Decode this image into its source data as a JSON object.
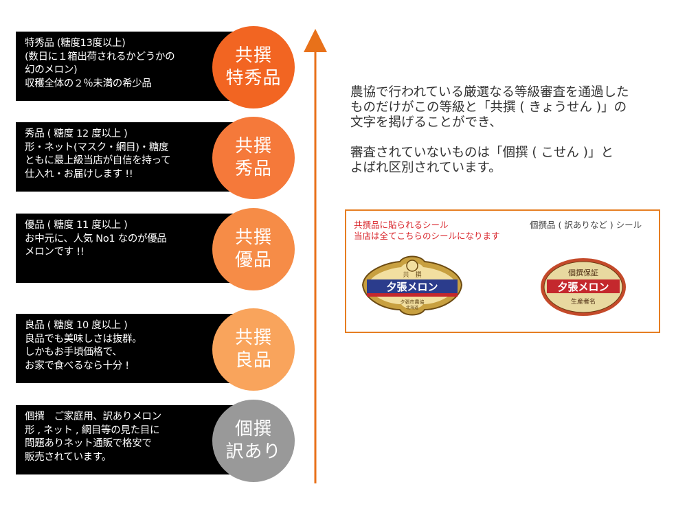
{
  "grades": [
    {
      "lines": [
        "特秀品 (糖度13度以上)",
        "(数日に１箱出荷されるかどうかの",
        "幻のメロン)",
        "収穫全体の２％未満の希少品"
      ],
      "badge": [
        "共撰",
        "特秀品"
      ],
      "color": "#f26522"
    },
    {
      "lines": [
        "秀品 ( 糖度 12 度以上 )",
        "形・ネット(マスク・網目)・糖度",
        "ともに最上級当店が自信を持って",
        "仕入れ・お届けします !!"
      ],
      "badge": [
        "共撰",
        "秀品"
      ],
      "color": "#f5793a"
    },
    {
      "lines": [
        "優品 ( 糖度 11 度以上 )",
        "お中元に、人気 No1 なのが優品",
        "メロンです !!"
      ],
      "badge": [
        "共撰",
        "優品"
      ],
      "color": "#f68c47"
    },
    {
      "lines": [
        "良品 ( 糖度 10 度以上 )",
        "良品でも美味しさは抜群。",
        "しかもお手頃価格で、",
        "お家で食べるなら十分 !"
      ],
      "badge": [
        "共撰",
        "良品"
      ],
      "color": "#f9a45c"
    },
    {
      "lines": [
        "個撰　ご家庭用、訳ありメロン",
        "形 , ネット , 網目等の見た目に",
        "問題ありネット通販で格安で",
        "販売されています。"
      ],
      "badge": [
        "個撰",
        "訳あり"
      ],
      "color": "#999999"
    }
  ],
  "arrow_color": "#e8711a",
  "description": [
    "農協で行われている厳選なる等級審査を通過した",
    "ものだけがこの等級と「共撰 ( きょうせん )」の",
    "文字を掲げることができ、",
    "",
    "審査されていないものは「個撰 ( こせん )」と",
    "よばれ区別されています。"
  ],
  "seals": {
    "left_caption": [
      "共撰品に貼られるシール",
      "当店は全てこちらのシールになります"
    ],
    "right_caption": "個撰品 ( 訳ありなど ) シール",
    "kyosen_seal": {
      "top_text": "共　撰",
      "main_text": "夕張メロン",
      "bottom_text": "夕張市農協",
      "sub_text": "北海道"
    },
    "kosen_seal": {
      "top_text": "個撰保証",
      "main_text": "夕張メロン",
      "bottom_text": "生産者名"
    }
  }
}
